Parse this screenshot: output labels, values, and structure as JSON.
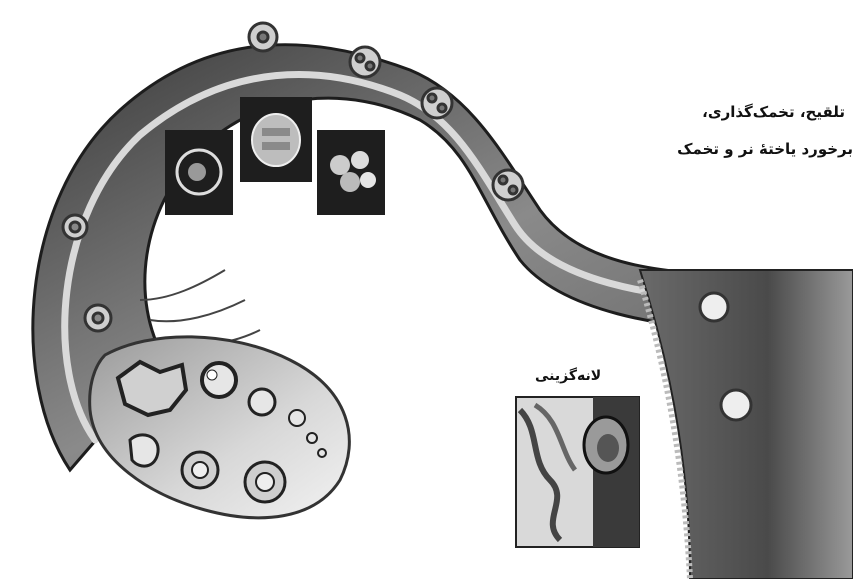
{
  "labels": {
    "fertilization_line1": "تلقیح، تخمک‌گذاری،",
    "fertilization_line2": "برخورد یاختهٔ نر و تخمک",
    "implantation": "لانه‌گزینی"
  },
  "colors": {
    "tissue_dark": "#2d2d2d",
    "tissue_mid": "#7a7a7a",
    "tissue_light": "#cfcfcf",
    "background": "#ffffff"
  }
}
